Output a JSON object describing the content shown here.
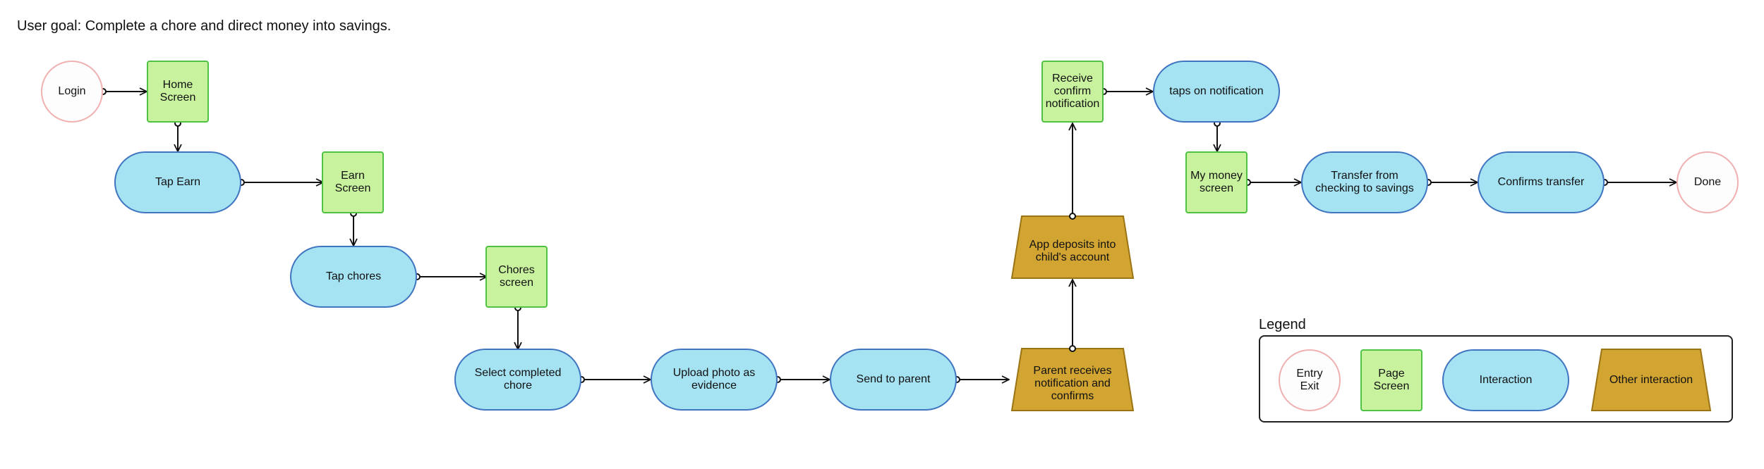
{
  "goal": "User goal: Complete a chore and direct money into savings.",
  "colors": {
    "circle_border": "#f0b0b0",
    "screen_fill": "#c8f29e",
    "screen_border": "#4fc243",
    "pill_fill": "#a5e3f3",
    "pill_border": "#3f74c0",
    "trap_fill": "#d2a533",
    "trap_border": "#9a7414"
  },
  "nodes": {
    "login": "Login",
    "home_screen": "Home\nScreen",
    "tap_earn": "Tap Earn",
    "earn_screen": "Earn\nScreen",
    "tap_chores": "Tap chores",
    "chores_screen": "Chores\nscreen",
    "select_completed": "Select completed\nchore",
    "upload_photo": "Upload photo as\nevidence",
    "send_parent": "Send to parent",
    "parent_receives": "Parent receives\nnotification and\nconfirms",
    "app_deposits": "App deposits into\nchild's account",
    "receive_confirm": "Receive\nconfirm\nnotification",
    "taps_notification": "taps on notification",
    "my_money": "My money\nscreen",
    "transfer": "Transfer from\nchecking to savings",
    "confirms_transfer": "Confirms transfer",
    "done": "Done"
  },
  "legend": {
    "title": "Legend",
    "entry_exit": "Entry\nExit",
    "page_screen": "Page\nScreen",
    "interaction": "Interaction",
    "other_interaction": "Other interaction"
  }
}
